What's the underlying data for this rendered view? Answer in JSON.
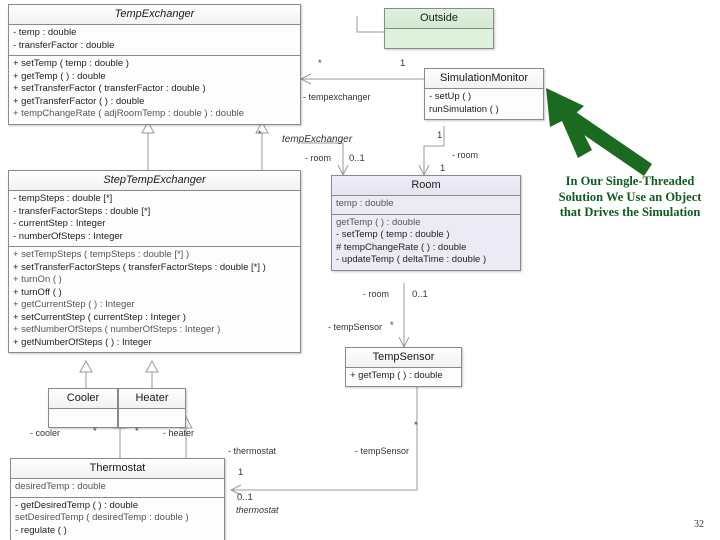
{
  "slide": {
    "page_number": "32",
    "callout_text": "In Our Single-Threaded\nSolution We Use an Object\nthat Drives the Simulation",
    "callout_color": "#0f5c1e",
    "arrow_color": "#1a6b1f"
  },
  "classes": {
    "temp_exchanger": {
      "name": "TempExchanger",
      "attributes": [
        "- temp : double",
        "- transferFactor : double"
      ],
      "operations": [
        "+ setTemp ( temp : double )",
        "+ getTemp ( ) : double",
        "+ setTransferFactor ( transferFactor : double )",
        "+ getTransferFactor ( ) : double",
        "+ tempChangeRate ( adjRoomTemp : double ) : double"
      ]
    },
    "step_temp_exchanger": {
      "name": "StepTempExchanger",
      "attributes": [
        "- tempSteps : double [*]",
        "- transferFactorSteps : double [*]",
        "- currentStep : Integer",
        "- numberOfSteps : Integer"
      ],
      "operations": [
        "+ setTempSteps ( tempSteps : double [*] )",
        "+ setTransferFactorSteps ( transferFactorSteps : double [*] )",
        "+ turnOn ( )",
        "+ turnOff ( )",
        "+ getCurrentStep ( ) : Integer",
        "+ setCurrentStep ( currentStep : Integer )",
        "+ setNumberOfSteps ( numberOfSteps : Integer )",
        "+ getNumberOfSteps ( ) : Integer"
      ]
    },
    "outside": {
      "name": "Outside",
      "attributes": [],
      "operations": []
    },
    "simulation_monitor": {
      "name": "SimulationMonitor",
      "attributes": [],
      "operations": [
        "- setUp ( )",
        "  runSimulation ( )"
      ]
    },
    "room": {
      "name": "Room",
      "attributes": [
        "  temp : double"
      ],
      "operations": [
        "  getTemp ( ) : double",
        "- setTemp ( temp : double )",
        "# tempChangeRate ( ) : double",
        "- updateTemp ( deltaTime : double )"
      ]
    },
    "temp_sensor": {
      "name": "TempSensor",
      "attributes": [],
      "operations": [
        "+ getTemp ( ) : double"
      ]
    },
    "cooler": {
      "name": "Cooler",
      "attributes": [],
      "operations": []
    },
    "heater": {
      "name": "Heater",
      "attributes": [],
      "operations": []
    },
    "thermostat": {
      "name": "Thermostat",
      "attributes": [
        "  desiredTemp : double"
      ],
      "operations": [
        "- getDesiredTemp ( ) : double",
        "  setDesiredTemp ( desiredTemp : double )",
        "- regulate ( )"
      ]
    }
  },
  "associations": {
    "exchanger_monitor_star": "*",
    "exchanger_monitor_one": "1",
    "tempexchanger_role": "- tempexchanger",
    "tempexchanger_role2": "tempExchanger",
    "room_role_left": "- room",
    "room_mult_left": "0..1",
    "monitor_room_one": "1",
    "monitor_room_role": "- room",
    "monitor_room_one2": "1",
    "room_role_mid": "- room",
    "room_mult_mid": "0..1",
    "tempsensor_role_mid": "- tempSensor",
    "tempsensor_mult_mid": "*",
    "cooler_role": "- cooler",
    "cooler_mult": "*",
    "heater_role": "- heater",
    "heater_mult": "*",
    "thermostat_role": "- thermostat",
    "thermostat_mult": "1",
    "thermostat_mult2": "0..1",
    "thermostat_role2": "thermostat",
    "tempsensor_role_right": "- tempSensor",
    "tempsensor_mult_right": "*",
    "step_inherit_mult_a": "*",
    "step_inherit_mult_b": "*"
  }
}
